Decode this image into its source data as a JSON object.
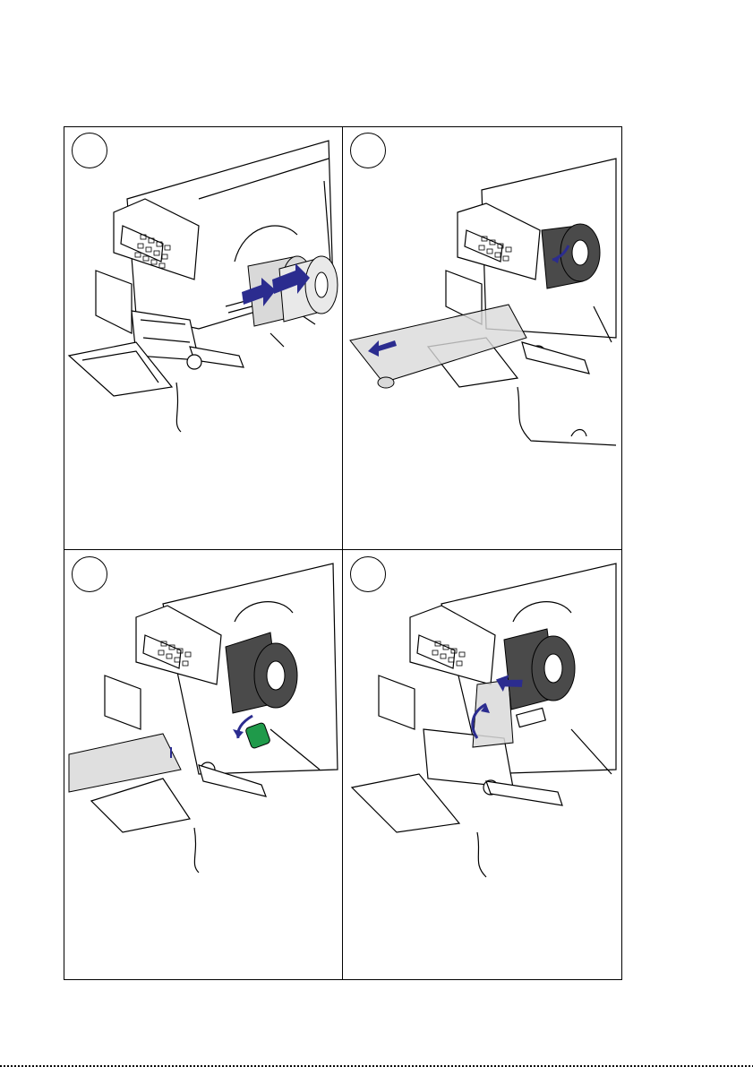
{
  "page": {
    "steps": [
      {
        "number": "",
        "illustration": "printer-ribbon-supply-load"
      },
      {
        "number": "",
        "illustration": "printer-ribbon-pull-out"
      },
      {
        "number": "",
        "illustration": "printer-ribbon-under-printhead"
      },
      {
        "number": "",
        "illustration": "printer-ribbon-rewind"
      }
    ],
    "colors": {
      "arrow": "#2b2c8f",
      "ribbon": "#d9d9d9",
      "roll": "#4a4a4a",
      "knob": "#1f9a4a"
    }
  }
}
